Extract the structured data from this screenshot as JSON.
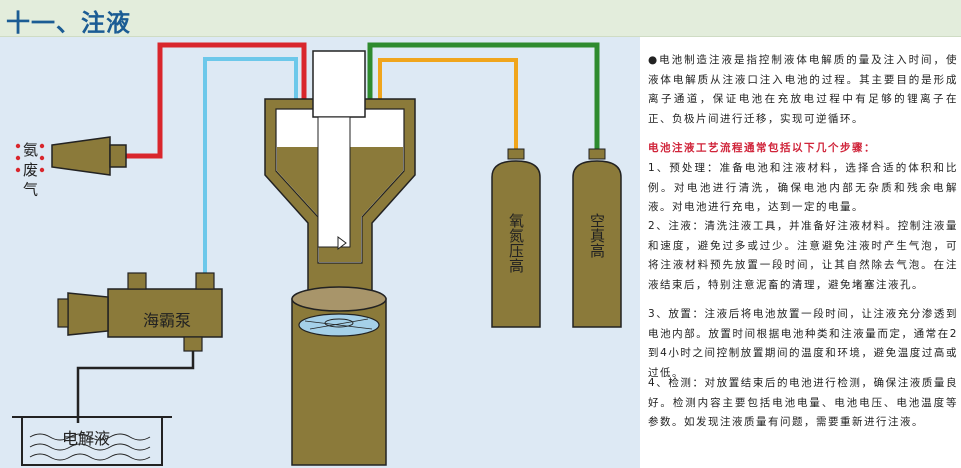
{
  "header": {
    "title": "十一、注液"
  },
  "diagram": {
    "gas_waste_label": "氨 废 气",
    "pump_label": "海霸泵",
    "electrolyte_label": "电解液",
    "nitrogen_cylinder_label": "氧氮压高",
    "vacuum_cylinder_label": "空真高",
    "colors": {
      "red_pipe": "#d9262c",
      "blue_pipe": "#6cc8ea",
      "green_pipe": "#2e8b2e",
      "orange_pipe": "#f0a51c",
      "equipment_olive": "#8b7a3a",
      "outline": "#222222"
    }
  },
  "text": {
    "intro_bullet": "●",
    "intro": "电池制造注液是指控制液体电解质的量及注入时间，使液体电解质从注液口注入电池的过程。其主要目的是形成离子通道，保证电池在充放电过程中有足够的锂离子在正、负极片间进行迁移，实现可逆循环。",
    "steps_heading": "电池注液工艺流程通常包括以下几个步骤：",
    "step1": "1、预处理：准备电池和注液材料，选择合适的体积和比例。对电池进行清洗，确保电池内部无杂质和残余电解液。对电池进行充电，达到一定的电量。",
    "step2": "2、注液：清洗注液工具，并准备好注液材料。控制注液量和速度，避免过多或过少。注意避免注液时产生气泡，可将注液材料预先放置一段时间，让其自然除去气泡。在注液结束后，特别注意泥畜的清理，避免堵塞注液孔。",
    "step3": "3、放置：注液后将电池放置一段时间，让注液充分渗透到电池内部。放置时间根据电池种类和注液量而定，通常在2到4小时之间控制放置期间的温度和环境，避免温度过高或过低。",
    "step4": "4、检测：对放置结束后的电池进行检测，确保注液质量良好。检测内容主要包括电池电量、电池电压、电池温度等参数。如发现注液质量有问题，需要重新进行注液。"
  }
}
